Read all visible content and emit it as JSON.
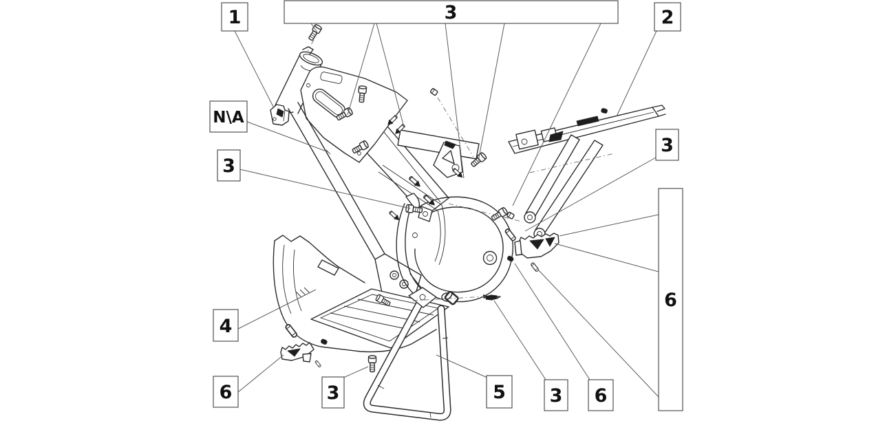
{
  "page": {
    "background_color": "#ffffff"
  },
  "diagram": {
    "kind": "exploded-parts-diagram",
    "subject": "Motorcycle frame assembly exploded view with numbered callouts",
    "colors": {
      "background": "#ffffff",
      "line": "#2b2b2b",
      "callout_border": "#4f4f4f",
      "label_text": "#111111"
    },
    "callouts": {
      "c1": {
        "label": "1"
      },
      "c3_top": {
        "label": "3"
      },
      "c2": {
        "label": "2"
      },
      "c_na": {
        "label": "N\\A"
      },
      "c3_left": {
        "label": "3"
      },
      "c3_right": {
        "label": "3"
      },
      "c6_right": {
        "label": "6"
      },
      "c4": {
        "label": "4"
      },
      "c6_left": {
        "label": "6"
      },
      "c3_bottom_left": {
        "label": "3"
      },
      "c5": {
        "label": "5"
      },
      "c3_bottom_right": {
        "label": "3"
      },
      "c6_bottom_right": {
        "label": "6"
      }
    }
  }
}
